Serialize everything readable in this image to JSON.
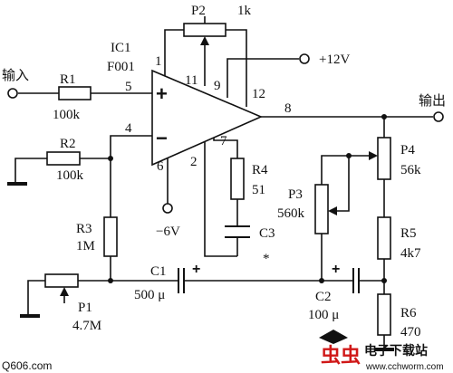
{
  "labels": {
    "input": "输入",
    "output": "输出",
    "ic": "IC1",
    "ic_part": "F001",
    "supply_pos": "+12V",
    "supply_neg": "−6V",
    "r1": "R1",
    "r1_val": "100k",
    "r2": "R2",
    "r2_val": "100k",
    "r3": "R3",
    "r3_val": "1M",
    "r4": "R4",
    "r4_val": "51",
    "r5": "R5",
    "r5_val": "4k7",
    "r6": "R6",
    "r6_val": "470",
    "p1": "P1",
    "p1_val": "4.7M",
    "p2": "P2",
    "p2_val": "1k",
    "p3": "P3",
    "p3_val": "560k",
    "p4": "P4",
    "p4_val": "56k",
    "c1": "C1",
    "c1_val": "500 μ",
    "c2": "C2",
    "c2_val": "100 μ",
    "c3": "C3",
    "c3_mark": "*",
    "pins": {
      "p1": "1",
      "p2": "2",
      "p4": "4",
      "p5": "5",
      "p6": "6",
      "p7": "7",
      "p8": "8",
      "p9": "9",
      "p11": "11",
      "p12": "12"
    },
    "opamp_plus": "+",
    "opamp_minus": "−",
    "cap_plus": "+"
  },
  "watermark": {
    "left": "Q606.com",
    "brand": "电子下载站",
    "brand_mark": "虫虫",
    "url": "www.cchworm.com"
  }
}
